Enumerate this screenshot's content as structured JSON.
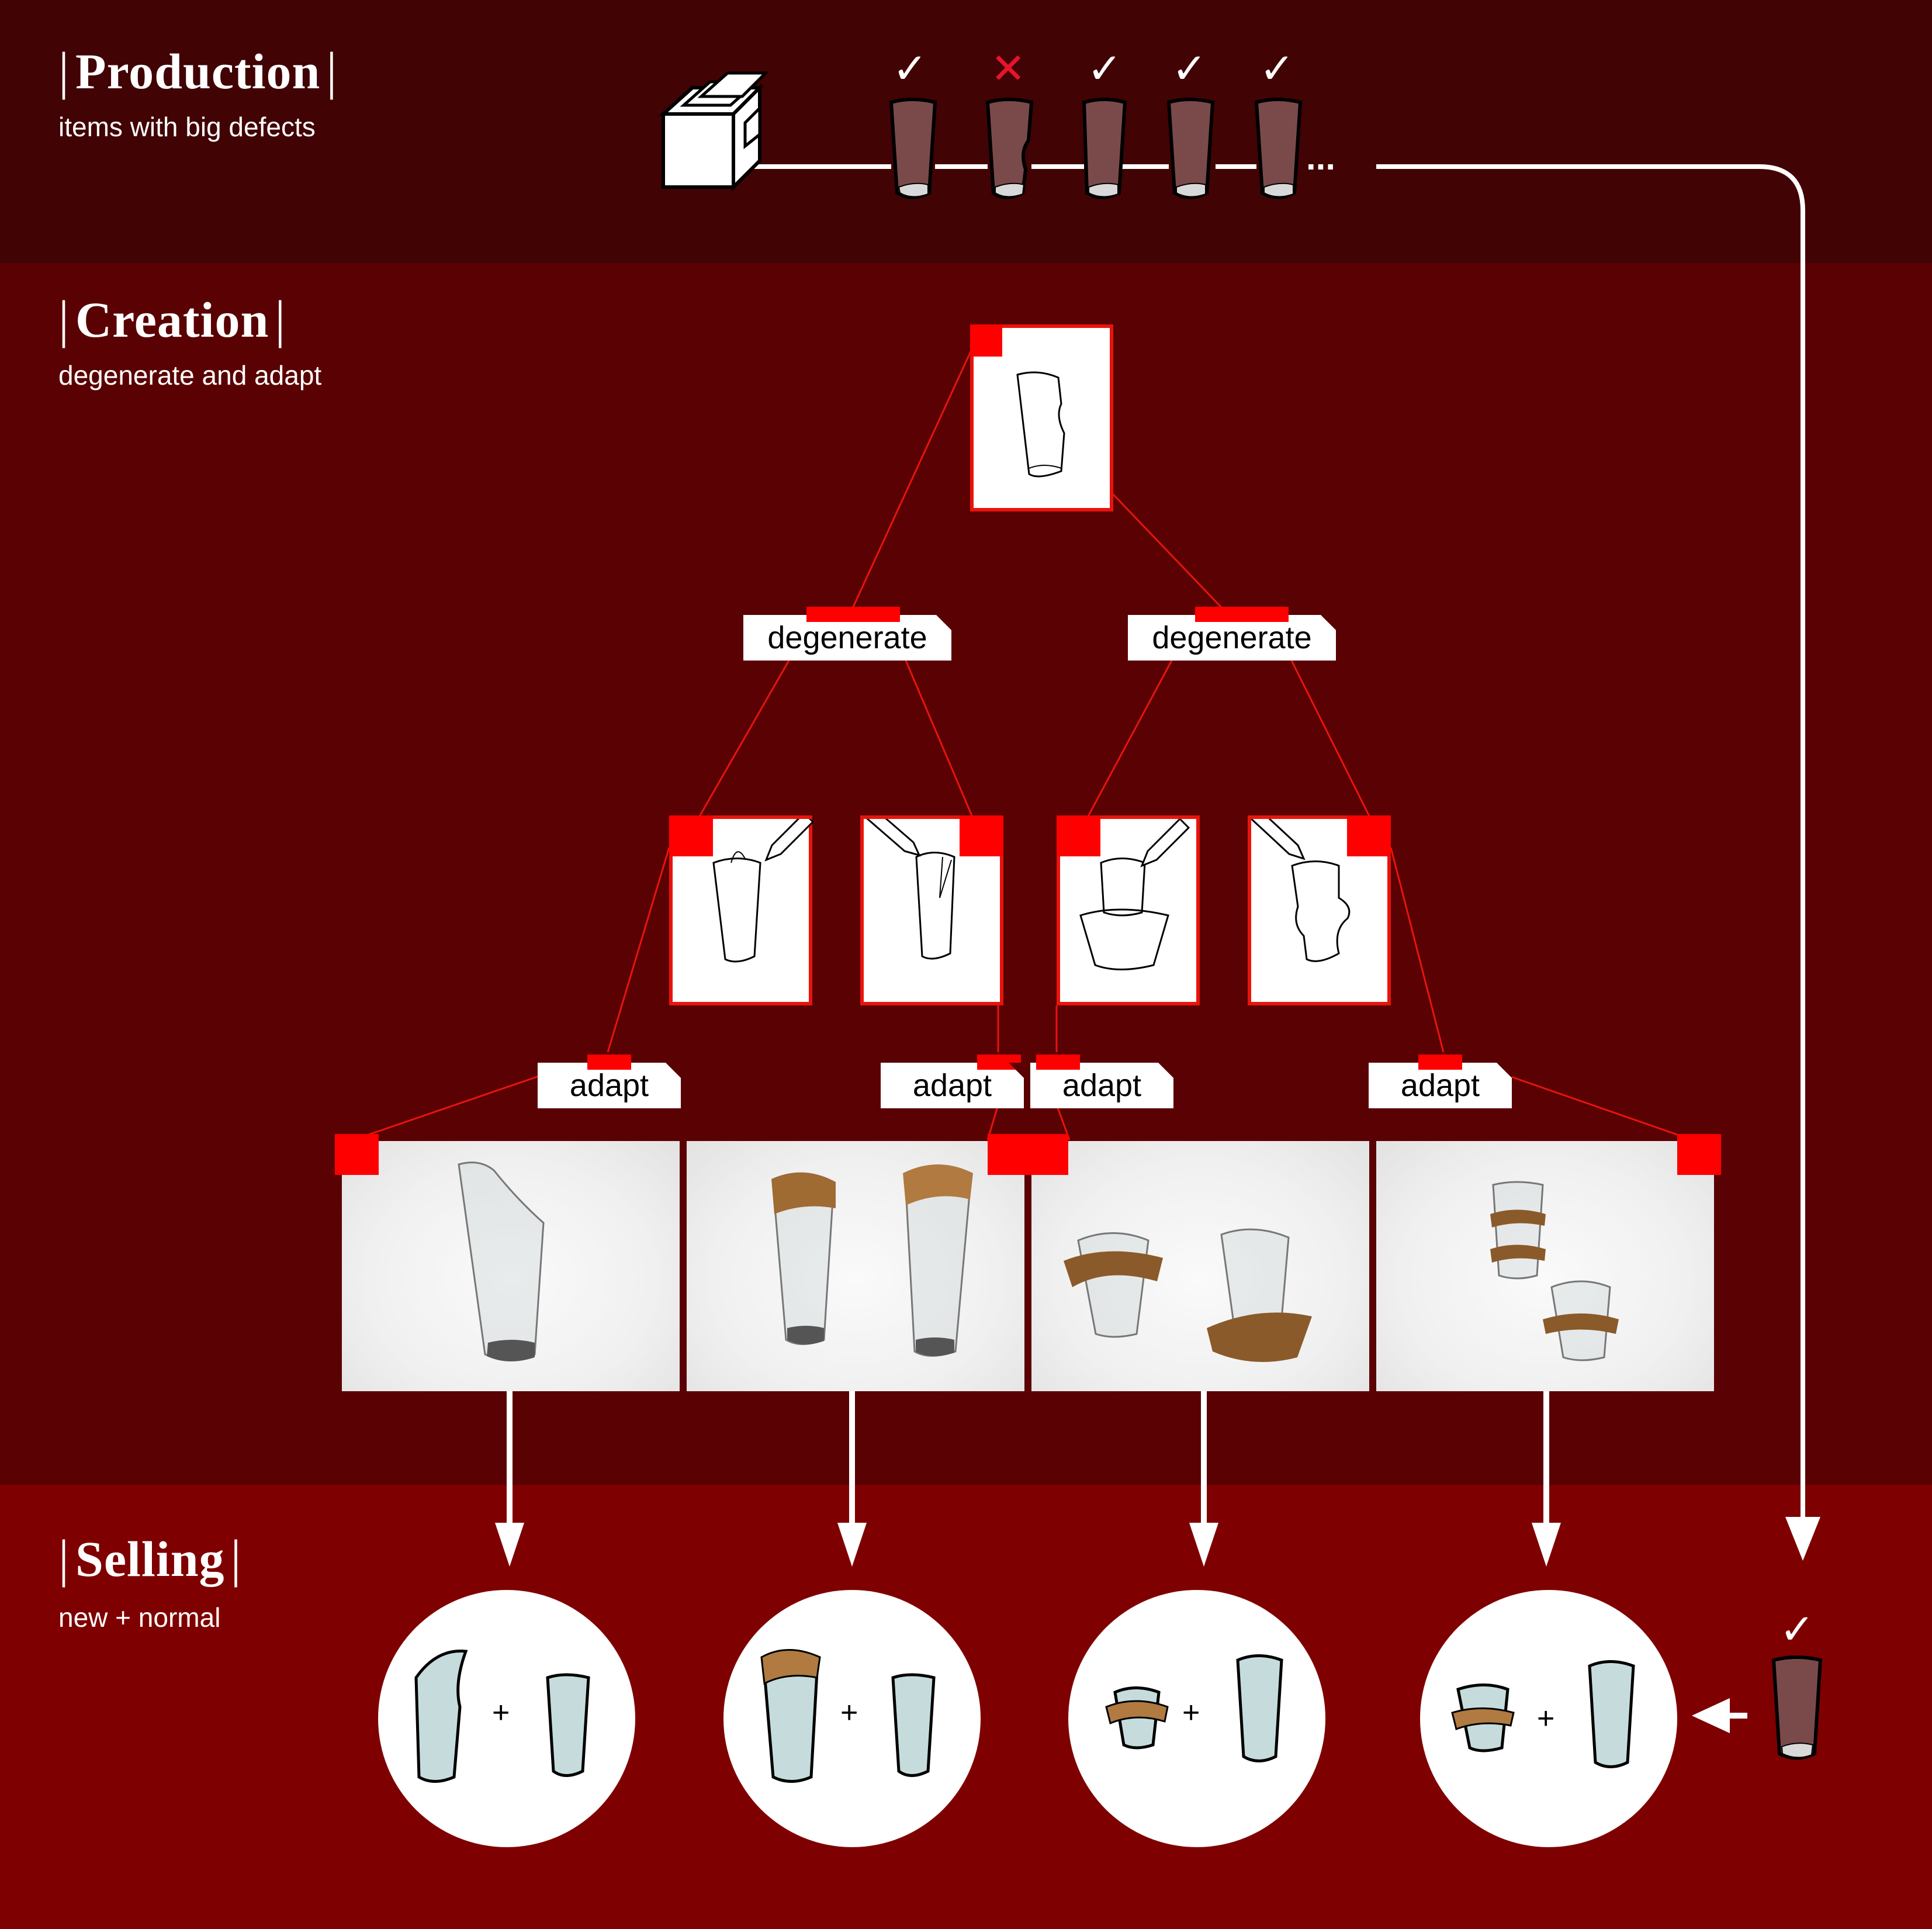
{
  "sections": {
    "production": {
      "title": "Production",
      "subtitle": "items with big defects"
    },
    "creation": {
      "title": "Creation",
      "subtitle": "degenerate and adapt"
    },
    "selling": {
      "title": "Selling",
      "subtitle": "new + normal"
    }
  },
  "production_line": {
    "marks": [
      "✓",
      "✕",
      "✓",
      "✓",
      "✓"
    ],
    "ellipsis": "...",
    "final_mark": "✓"
  },
  "labels": {
    "degenerate": "degenerate",
    "adapt": "adapt"
  },
  "selling": {
    "plus": "+"
  },
  "colors": {
    "production_band": "#410304",
    "creation_band": "#5a0103",
    "selling_band": "#7f0000",
    "accent_red": "#ff0000",
    "connector_red": "#e8140c",
    "cup_brown": "#7a4a4a"
  }
}
